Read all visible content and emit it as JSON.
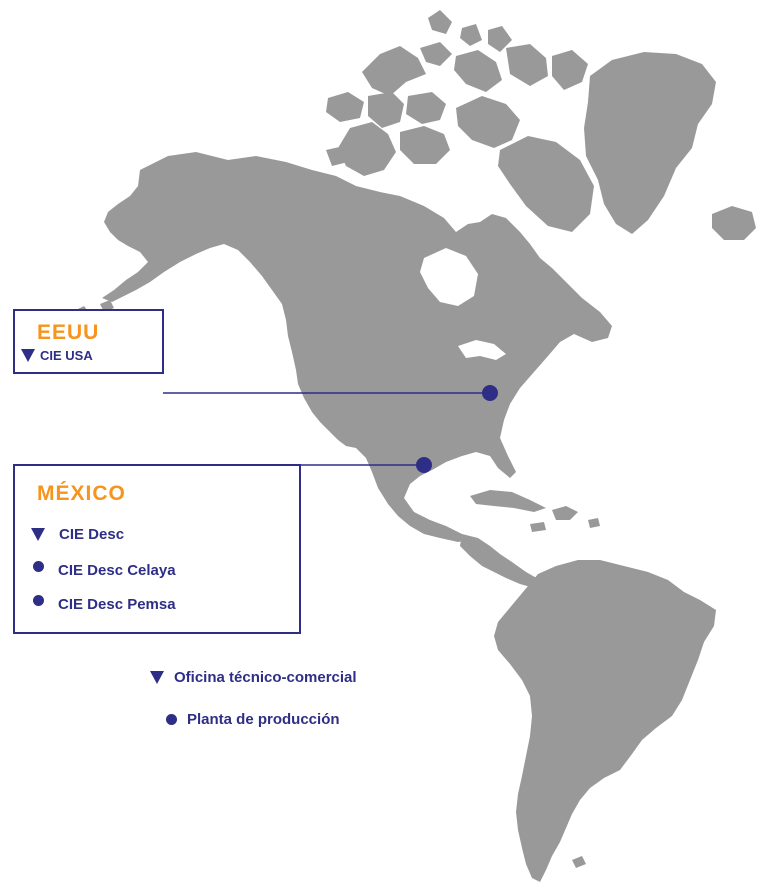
{
  "colors": {
    "land": "#999999",
    "accent": "#f7941d",
    "marker": "#2e2e86"
  },
  "regions": [
    {
      "country": "EEUU",
      "sites": [
        {
          "name": "CIE USA",
          "marker": "triangle-icon"
        }
      ]
    },
    {
      "country": "MÉXICO",
      "sites": [
        {
          "name": "CIE Desc",
          "marker": "triangle-icon"
        },
        {
          "name": "CIE Desc Celaya",
          "marker": "dot-icon"
        },
        {
          "name": "CIE Desc Pemsa",
          "marker": "dot-icon"
        }
      ]
    }
  ],
  "legend": [
    {
      "label": "Oficina técnico-comercial",
      "marker": "triangle-icon"
    },
    {
      "label": "Planta de producción",
      "marker": "dot-icon"
    }
  ]
}
